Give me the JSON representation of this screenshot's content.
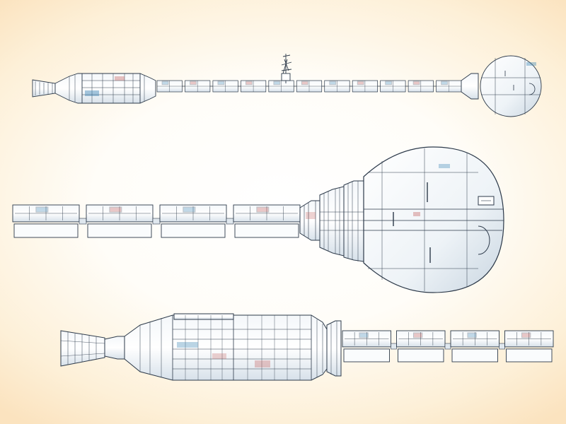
{
  "colors": {
    "background_center": "#ffffff",
    "background_edge": "#fbe3bf",
    "hull": "#fafcfd",
    "hull_shade": "#dfe7ee",
    "line": "#2d3a4a",
    "accent_blue": "#3d86b5",
    "accent_red": "#c0504d"
  },
  "views": [
    {
      "name": "top-view-full-ship",
      "engine": "left",
      "sphere": "right",
      "module_count": 11,
      "antenna": true
    },
    {
      "name": "forward-section-closeup",
      "engine": "none",
      "sphere": "right",
      "module_count": 4,
      "antenna": false
    },
    {
      "name": "aft-section-closeup",
      "engine": "left",
      "sphere": "none",
      "module_count": 4,
      "antenna": false
    }
  ]
}
